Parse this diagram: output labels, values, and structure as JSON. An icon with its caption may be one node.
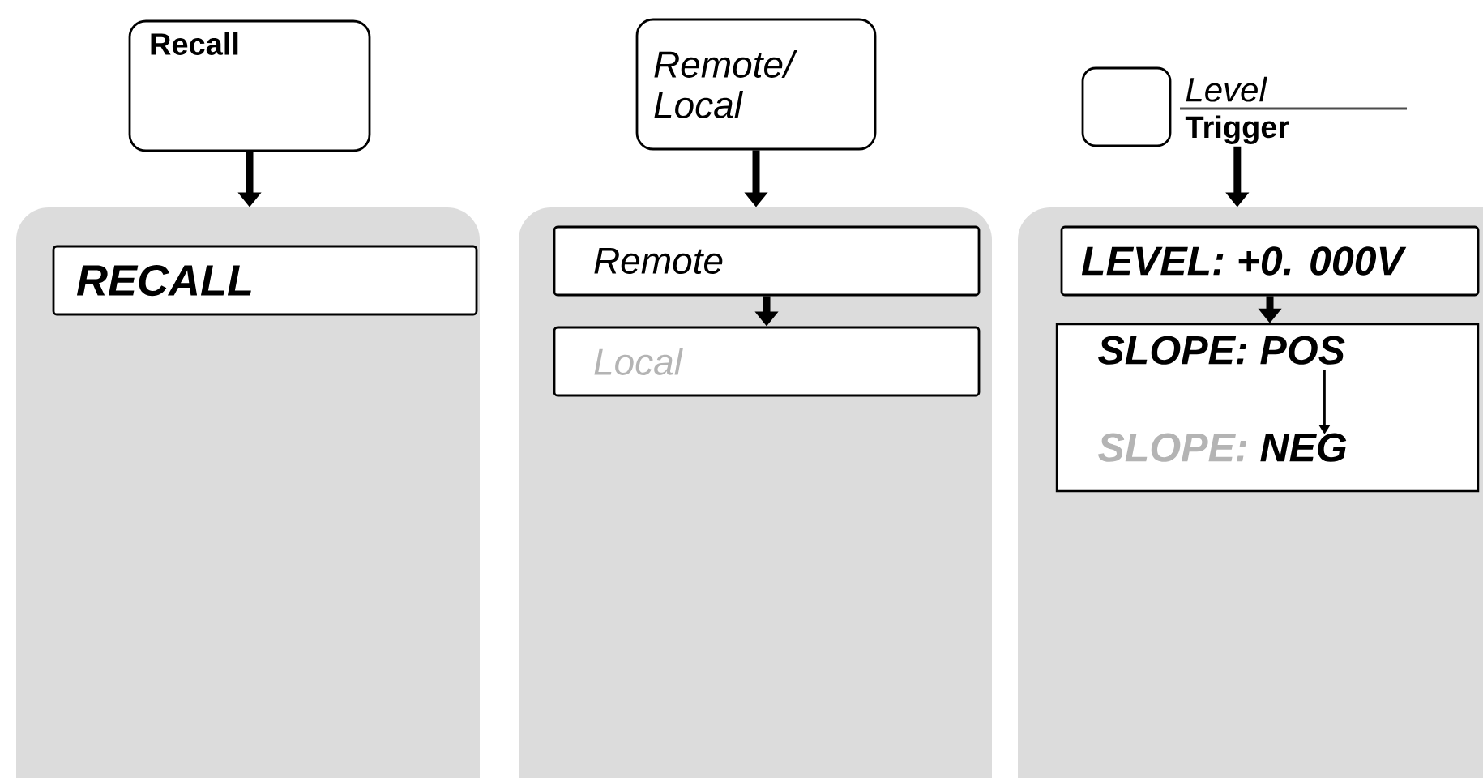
{
  "diagram": {
    "nodes": [
      {
        "text": [
          "Recall"
        ]
      },
      {
        "text": [],
        "shape": "box"
      },
      {
        "text": [
          "RECALL"
        ],
        "in": 1
      },
      {
        "text": [
          "Remote/ Local"
        ]
      },
      {
        "text": [],
        "shape": "box"
      },
      {
        "text": [
          "Remote"
        ],
        "in": 4
      },
      {
        "text": [
          "Local"
        ],
        "in": 4
      },
      {
        "text": [
          "Level",
          "Trigger"
        ]
      },
      {
        "text": [],
        "shape": "box"
      },
      {
        "text": [
          "LEVEL: +0. 000V"
        ],
        "in": 8
      },
      {
        "text": [],
        "shape": "box",
        "in": 8
      },
      {
        "text": [
          "SLOPE: POS"
        ],
        "in": 10
      },
      {
        "text": [
          "SLOPE:",
          "NEG"
        ],
        "in": 10
      }
    ],
    "edges": [
      {
        "from": 0,
        "to": 1,
        "arrow": "to"
      },
      {
        "from": 3,
        "to": 4,
        "arrow": "to"
      },
      {
        "from": 7,
        "to": 8,
        "arrow": "to"
      },
      {
        "from": 5,
        "to": 6,
        "arrow": "to"
      },
      {
        "from": 9,
        "to": 10,
        "arrow": "to"
      },
      {
        "from": 11,
        "to": 12,
        "arrow": "to"
      }
    ]
  }
}
